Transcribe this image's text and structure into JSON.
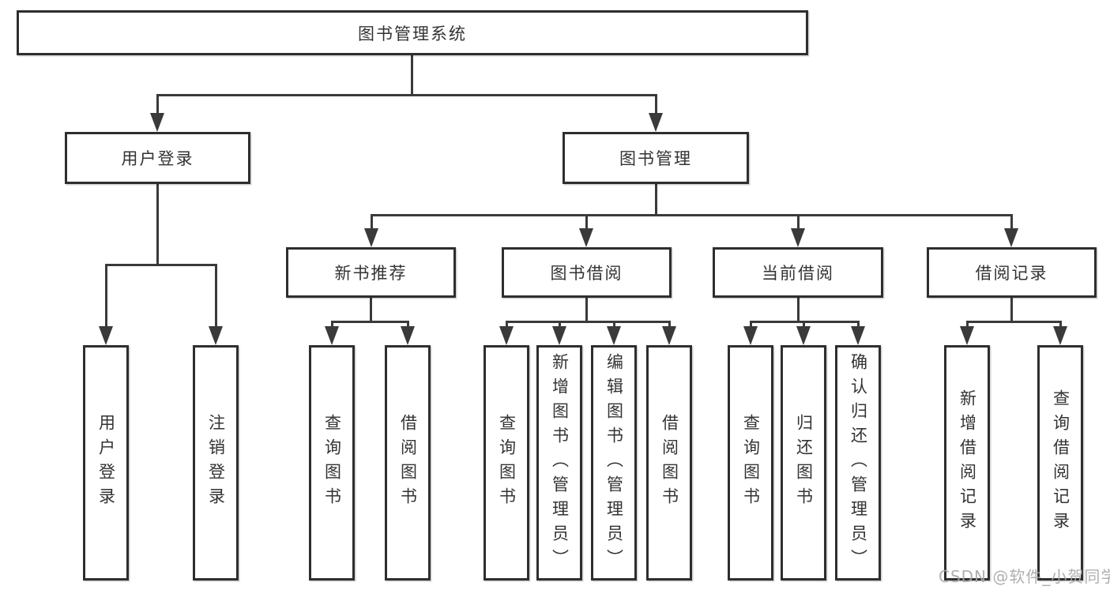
{
  "diagram": {
    "type": "hierarchy-structure-chart",
    "watermark": "CSDN @软件_小贺同学",
    "colors": {
      "background": "#ffffff",
      "line": "#3a3a3a",
      "box_border": "#2e2e2e",
      "text": "#333333",
      "watermark": "#a8a8a8"
    },
    "tree": {
      "label": "图书管理系统",
      "children": [
        {
          "label": "用户登录",
          "children": [
            {
              "label": "用户登录"
            },
            {
              "label": "注销登录"
            }
          ]
        },
        {
          "label": "图书管理",
          "children": [
            {
              "label": "新书推荐",
              "children": [
                {
                  "label": "查询图书"
                },
                {
                  "label": "借阅图书"
                }
              ]
            },
            {
              "label": "图书借阅",
              "children": [
                {
                  "label": "查询图书"
                },
                {
                  "label": "新增图书（管理员）"
                },
                {
                  "label": "编辑图书（管理员）"
                },
                {
                  "label": "借阅图书"
                }
              ]
            },
            {
              "label": "当前借阅",
              "children": [
                {
                  "label": "查询图书"
                },
                {
                  "label": "归还图书"
                },
                {
                  "label": "确认归还（管理员）"
                }
              ]
            },
            {
              "label": "借阅记录",
              "children": [
                {
                  "label": "新增借阅记录"
                },
                {
                  "label": "查询借阅记录"
                }
              ]
            }
          ]
        }
      ]
    }
  }
}
